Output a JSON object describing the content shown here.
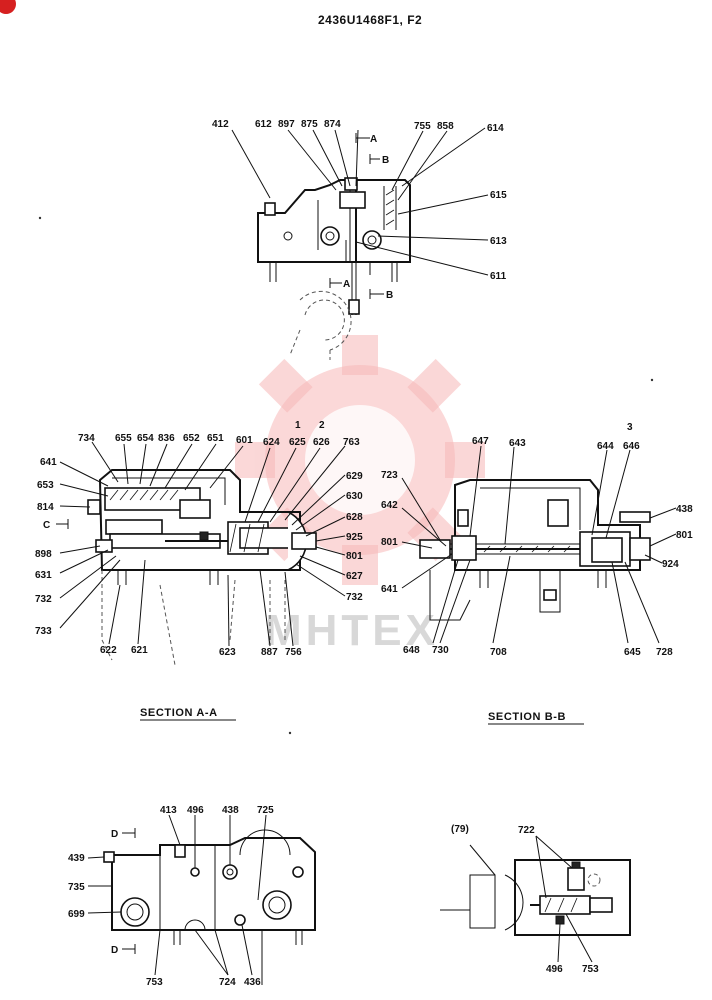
{
  "title": "2436U1468F1, F2",
  "watermark": "MHTEX",
  "sections": {
    "section_aa": "SECTION A-A",
    "section_bb": "SECTION B-B"
  },
  "view_markers": {
    "a_top": "A",
    "b_top": "B",
    "a_bottom": "A",
    "b_bottom": "B",
    "c": "C",
    "d_top": "D",
    "d_bottom": "D"
  },
  "callouts": {
    "top_view": [
      "412",
      "612",
      "897",
      "875",
      "874",
      "755",
      "858",
      "614",
      "615",
      "613",
      "611"
    ],
    "section_aa": [
      "734",
      "655",
      "654",
      "836",
      "652",
      "651",
      "601",
      "624",
      "1",
      "625",
      "2",
      "626",
      "763",
      "641",
      "653",
      "814",
      "898",
      "631",
      "732",
      "733",
      "622",
      "621",
      "623",
      "887",
      "756",
      "629",
      "630",
      "628",
      "925",
      "801",
      "627",
      "732"
    ],
    "section_bb": [
      "647",
      "643",
      "3",
      "644",
      "646",
      "723",
      "642",
      "801",
      "641",
      "648",
      "730",
      "708",
      "645",
      "728",
      "438",
      "801",
      "924"
    ],
    "bottom_left": [
      "413",
      "496",
      "438",
      "725",
      "439",
      "735",
      "699",
      "753",
      "724",
      "436"
    ],
    "bottom_right": [
      "(79)",
      "722",
      "496",
      "753"
    ]
  }
}
